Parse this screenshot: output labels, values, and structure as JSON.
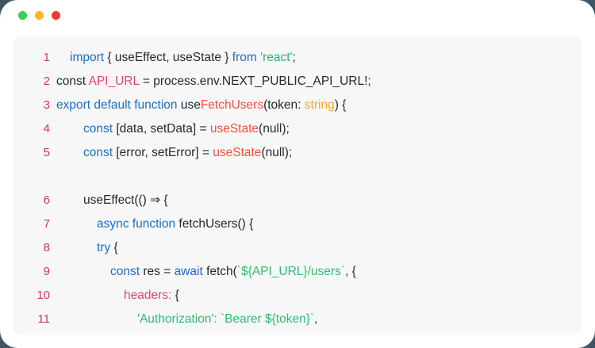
{
  "window": {
    "background_color": "#3f5564",
    "surface_color": "#ffffff",
    "panel_color": "#f7f7f8",
    "traffic_lights": [
      {
        "name": "close-dot",
        "color": "#35d44a"
      },
      {
        "name": "minimize-dot",
        "color": "#ffb524"
      },
      {
        "name": "maximize-dot",
        "color": "#ee3a32"
      }
    ]
  },
  "palette": {
    "line_number": "#d6336c",
    "keyword": "#1a6fc4",
    "function": "#f4503c",
    "string": "#2fbd6e",
    "type": "#f6a623",
    "property": "#e0457b",
    "plain": "#24292f"
  },
  "code": {
    "language": "typescript",
    "lines": [
      {
        "number": "1",
        "indent": 1,
        "text": "import { useEffect, useState } from 'react';",
        "tokens": [
          {
            "t": "import ",
            "c": "kw"
          },
          {
            "t": "{ useEffect, useState } ",
            "c": "plain"
          },
          {
            "t": "from ",
            "c": "kw"
          },
          {
            "t": "'react'",
            "c": "str"
          },
          {
            "t": ";",
            "c": "plain"
          }
        ]
      },
      {
        "number": "2",
        "indent": 0,
        "text": "const API_URL = process.env.NEXT_PUBLIC_API_URL!;",
        "tokens": [
          {
            "t": "const ",
            "c": "plain"
          },
          {
            "t": "API_URL",
            "c": "const"
          },
          {
            "t": " = process.env.NEXT_PUBLIC_API_URL!;",
            "c": "plain"
          }
        ]
      },
      {
        "number": "3",
        "indent": 0,
        "text": "export default function useFetchUsers(token: string) {",
        "tokens": [
          {
            "t": "export default function ",
            "c": "kw"
          },
          {
            "t": "use",
            "c": "plain"
          },
          {
            "t": "FetchUsers",
            "c": "fn"
          },
          {
            "t": "(token: ",
            "c": "plain"
          },
          {
            "t": "string",
            "c": "type"
          },
          {
            "t": ") {",
            "c": "plain"
          }
        ]
      },
      {
        "number": "4",
        "indent": 2,
        "text": "const [data, setData] = useState(null);",
        "tokens": [
          {
            "t": "const ",
            "c": "kw"
          },
          {
            "t": "[data, setData] = ",
            "c": "plain"
          },
          {
            "t": "useState",
            "c": "fn"
          },
          {
            "t": "(null);",
            "c": "plain"
          }
        ]
      },
      {
        "number": "5",
        "indent": 2,
        "text": "const [error, setError] = useState(null);",
        "tokens": [
          {
            "t": "const ",
            "c": "kw"
          },
          {
            "t": "[error, setError] = ",
            "c": "plain"
          },
          {
            "t": "useState",
            "c": "fn"
          },
          {
            "t": "(null);",
            "c": "plain"
          }
        ]
      },
      {
        "number": "",
        "indent": 0,
        "text": "",
        "tokens": []
      },
      {
        "number": "6",
        "indent": 2,
        "text": "useEffect(() ⇒ {",
        "tokens": [
          {
            "t": "useEffect(() ⇒ {",
            "c": "plain"
          }
        ]
      },
      {
        "number": "7",
        "indent": 3,
        "text": "async function fetchUsers() {",
        "tokens": [
          {
            "t": "async function ",
            "c": "kw"
          },
          {
            "t": "fetchUsers() {",
            "c": "plain"
          }
        ]
      },
      {
        "number": "8",
        "indent": 3,
        "text": "try {",
        "tokens": [
          {
            "t": "try",
            "c": "kw"
          },
          {
            "t": " {",
            "c": "plain"
          }
        ]
      },
      {
        "number": "9",
        "indent": 4,
        "text": "const res = await fetch(`${API_URL}/users`, {",
        "tokens": [
          {
            "t": "const ",
            "c": "kw"
          },
          {
            "t": "res = ",
            "c": "plain"
          },
          {
            "t": "await ",
            "c": "kw"
          },
          {
            "t": "fetch(",
            "c": "plain"
          },
          {
            "t": "`${API_URL}/users`",
            "c": "green"
          },
          {
            "t": ", {",
            "c": "plain"
          }
        ]
      },
      {
        "number": "10",
        "indent": 5,
        "text": "headers: {",
        "tokens": [
          {
            "t": "headers:",
            "c": "prop"
          },
          {
            "t": " {",
            "c": "plain"
          }
        ]
      },
      {
        "number": "11",
        "indent": 6,
        "text": "'Authorization': `Bearer ${token}`,",
        "tokens": [
          {
            "t": "'Authorization'",
            "c": "green"
          },
          {
            "t": ": ",
            "c": "green"
          },
          {
            "t": "`Bearer ${token}`",
            "c": "green"
          },
          {
            "t": ",",
            "c": "plain"
          }
        ]
      }
    ]
  }
}
